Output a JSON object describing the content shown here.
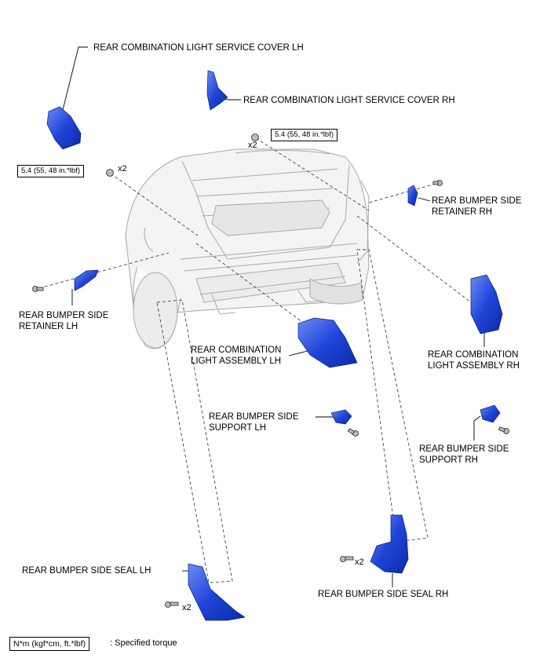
{
  "labels": {
    "service_cover_lh": "REAR COMBINATION LIGHT SERVICE COVER LH",
    "service_cover_rh": "REAR COMBINATION LIGHT SERVICE COVER RH",
    "retainer_rh_line1": "REAR BUMPER SIDE",
    "retainer_rh_line2": "RETAINER RH",
    "retainer_lh_line1": "REAR BUMPER SIDE",
    "retainer_lh_line2": "RETAINER LH",
    "light_lh_line1": "REAR COMBINATION",
    "light_lh_line2": "LIGHT ASSEMBLY LH",
    "light_rh_line1": "REAR COMBINATION",
    "light_rh_line2": "LIGHT ASSEMBLY RH",
    "support_lh_line1": "REAR BUMPER SIDE",
    "support_lh_line2": "SUPPORT LH",
    "support_rh_line1": "REAR BUMPER SIDE",
    "support_rh_line2": "SUPPORT RH",
    "seal_lh": "REAR BUMPER SIDE SEAL LH",
    "seal_rh": "REAR BUMPER SIDE SEAL RH"
  },
  "torque": {
    "right_nut": "5.4 (55, 48 in.*lbf)",
    "left_nut": "5.4 (55, 48 in.*lbf)"
  },
  "multipliers": {
    "right_nut": "x2",
    "left_nut": "x2",
    "seal_rh_screw": "x2",
    "seal_lh_screw": "x2"
  },
  "legend": {
    "unit_box": "N*m (kgf*cm, ft.*lbf)",
    "description": ": Specified torque"
  },
  "colors": {
    "part_blue": "#1a3fd6",
    "part_blue_light": "#5a7cf0",
    "vehicle_line": "#b0b0b0"
  }
}
